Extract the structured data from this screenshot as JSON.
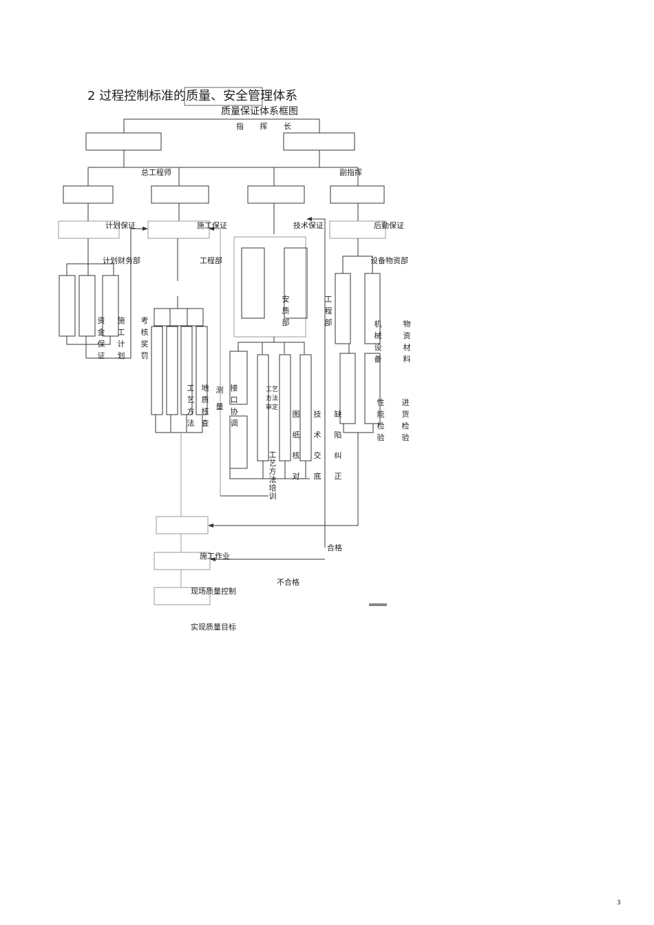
{
  "heading": "2 过程控制标准的质量、安全管理体系",
  "subheading": "质量保证体系框图",
  "nodes": {
    "commander": "指 挥 长",
    "chief_engineer": "总工程师",
    "deputy_commander": "副指挥",
    "plan_guarantee": "计划保证",
    "construction_guarantee": "施工保证",
    "tech_guarantee": "技术保证",
    "logistics_guarantee": "后勤保证",
    "plan_finance_dept": "计划财务部",
    "engineering_dept": "工程部",
    "equipment_dept": "设备物资部",
    "safety_quality_dept": "安质部",
    "engineering_dept_2": "工程部",
    "fund_guarantee": "资金保证",
    "construction_plan": "施工计划",
    "assessment": "考核奖罚",
    "process_method": "工艺方法",
    "geology_check": "地质核查",
    "survey": "测量",
    "interface_coord": "接口协调",
    "process_review": "工艺方法审定",
    "drawing_check": "图纸核对",
    "tech_briefing": "技术交底",
    "defect_correction": "缺陷纠正",
    "machinery": "机械设备",
    "materials": "物资材料",
    "performance_test": "性能检验",
    "incoming_test": "进货检验",
    "process_training": "工艺方法培训",
    "qualified": "合格",
    "construction_work": "施工作业",
    "unqualified": "不合格",
    "site_quality_control": "现场质量控制",
    "quality_target": "实现质量目标"
  },
  "page_number": "3"
}
